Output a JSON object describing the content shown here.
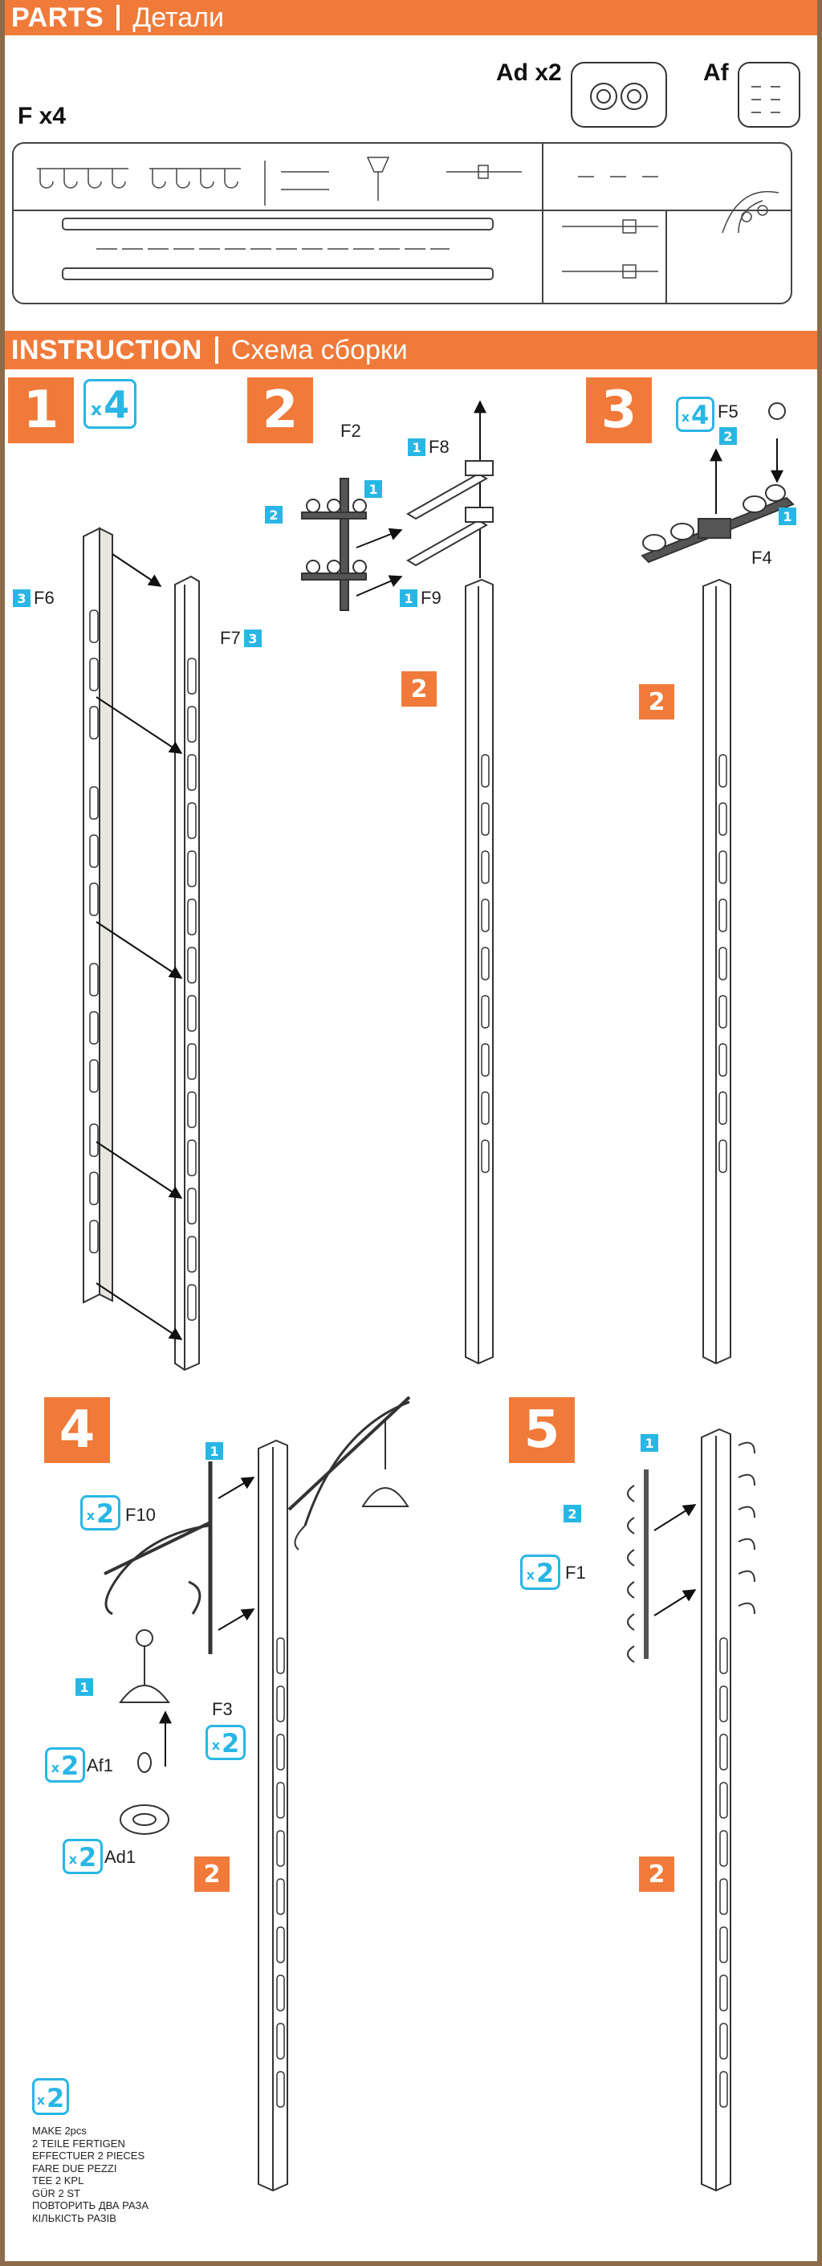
{
  "parts_header": {
    "title": "PARTS",
    "subtitle": "Детали"
  },
  "instruction_header": {
    "title": "INSTRUCTION",
    "subtitle": "Схема сборки"
  },
  "sprues": {
    "f": {
      "label": "F x4",
      "tag": "F"
    },
    "ad": {
      "label": "Ad x2",
      "tag": "Ad"
    },
    "af": {
      "label": "Af",
      "tag": "Af"
    }
  },
  "steps": [
    {
      "number": "1",
      "count_x": "x",
      "count_n": "4"
    },
    {
      "number": "2"
    },
    {
      "number": "3",
      "count_x": "x",
      "count_n": "4"
    },
    {
      "number": "4"
    },
    {
      "number": "5"
    }
  ],
  "callouts": {
    "one": "1",
    "two": "2",
    "three": "3",
    "x": "x",
    "part_2": "2"
  },
  "part_labels": {
    "F6": "F6",
    "F7": "F7",
    "F2": "F2",
    "F8": "F8",
    "F9": "F9",
    "F5": "F5",
    "F4": "F4",
    "F10": "F10",
    "F3": "F3",
    "Af1": "Af1",
    "Ad1": "Ad1",
    "F1": "F1"
  },
  "multipliers": {
    "x2": "2"
  },
  "make_notes": [
    "MAKE 2pcs",
    "2 TEILE FERTIGEN",
    "EFFECTUER 2 PIECES",
    "FARE DUE PEZZI",
    "TEE 2 KPL",
    "GÜR 2 ST",
    "ПОВТОРИТЬ ДВА РАЗА",
    "КІЛЬКІСТЬ РАЗІВ"
  ],
  "colors": {
    "accent": "#f07a3a",
    "callout": "#29b6e4",
    "frame": "#8b6b4a"
  }
}
